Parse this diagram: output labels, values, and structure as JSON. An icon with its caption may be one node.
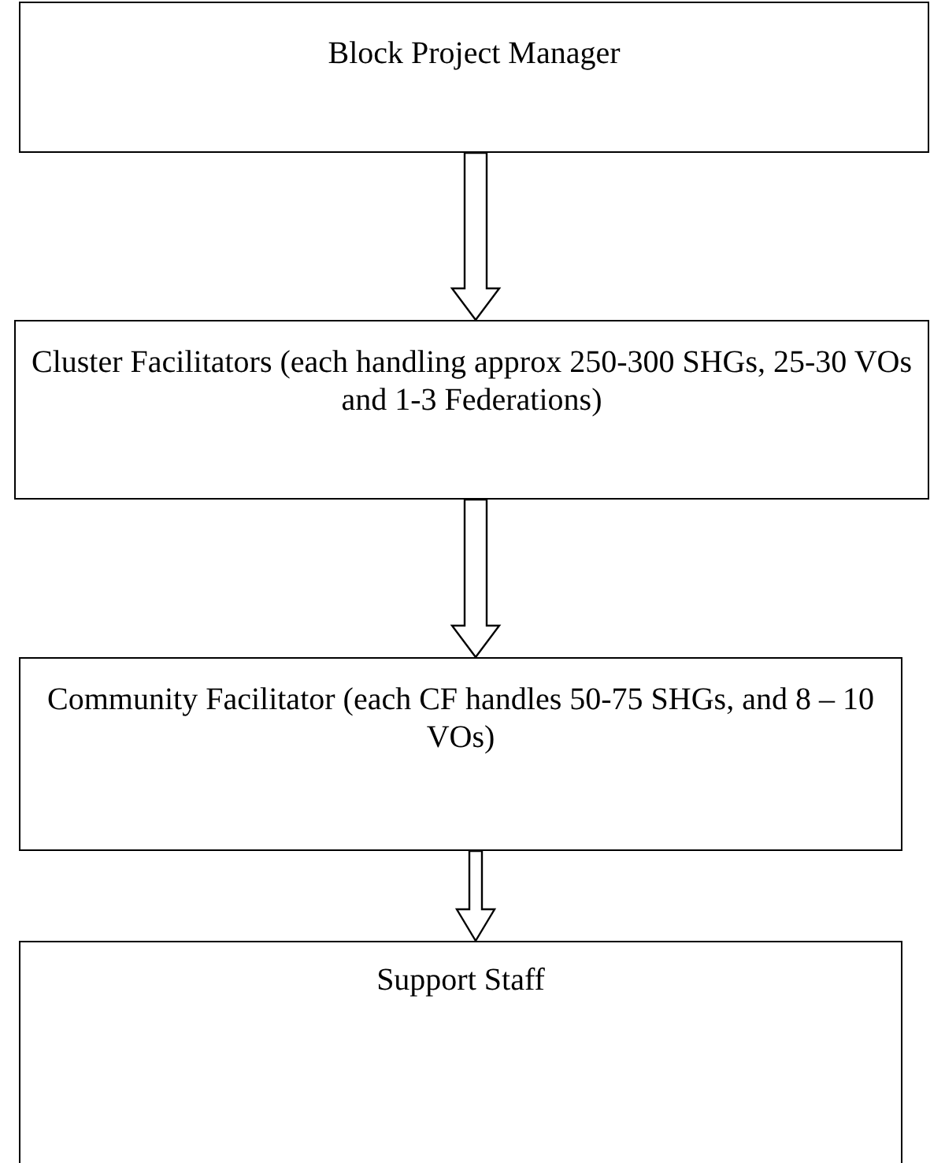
{
  "diagram": {
    "nodes": [
      {
        "text": [
          "Block Project Manager"
        ]
      },
      {
        "text": [
          "Cluster Facilitators (each handling approx 250-300 SHGs, 25-30 VOs and 1-3 Federations)"
        ]
      },
      {
        "text": [
          "Community Facilitator (each CF handles 50-75 SHGs, and 8 – 10 VOs)"
        ]
      },
      {
        "text": [
          "Support Staff"
        ]
      }
    ],
    "edges": [
      {
        "from": 0,
        "to": 1,
        "arrow": "to"
      },
      {
        "from": 1,
        "to": 2,
        "arrow": "to"
      },
      {
        "from": 2,
        "to": 3,
        "arrow": "to"
      }
    ]
  }
}
